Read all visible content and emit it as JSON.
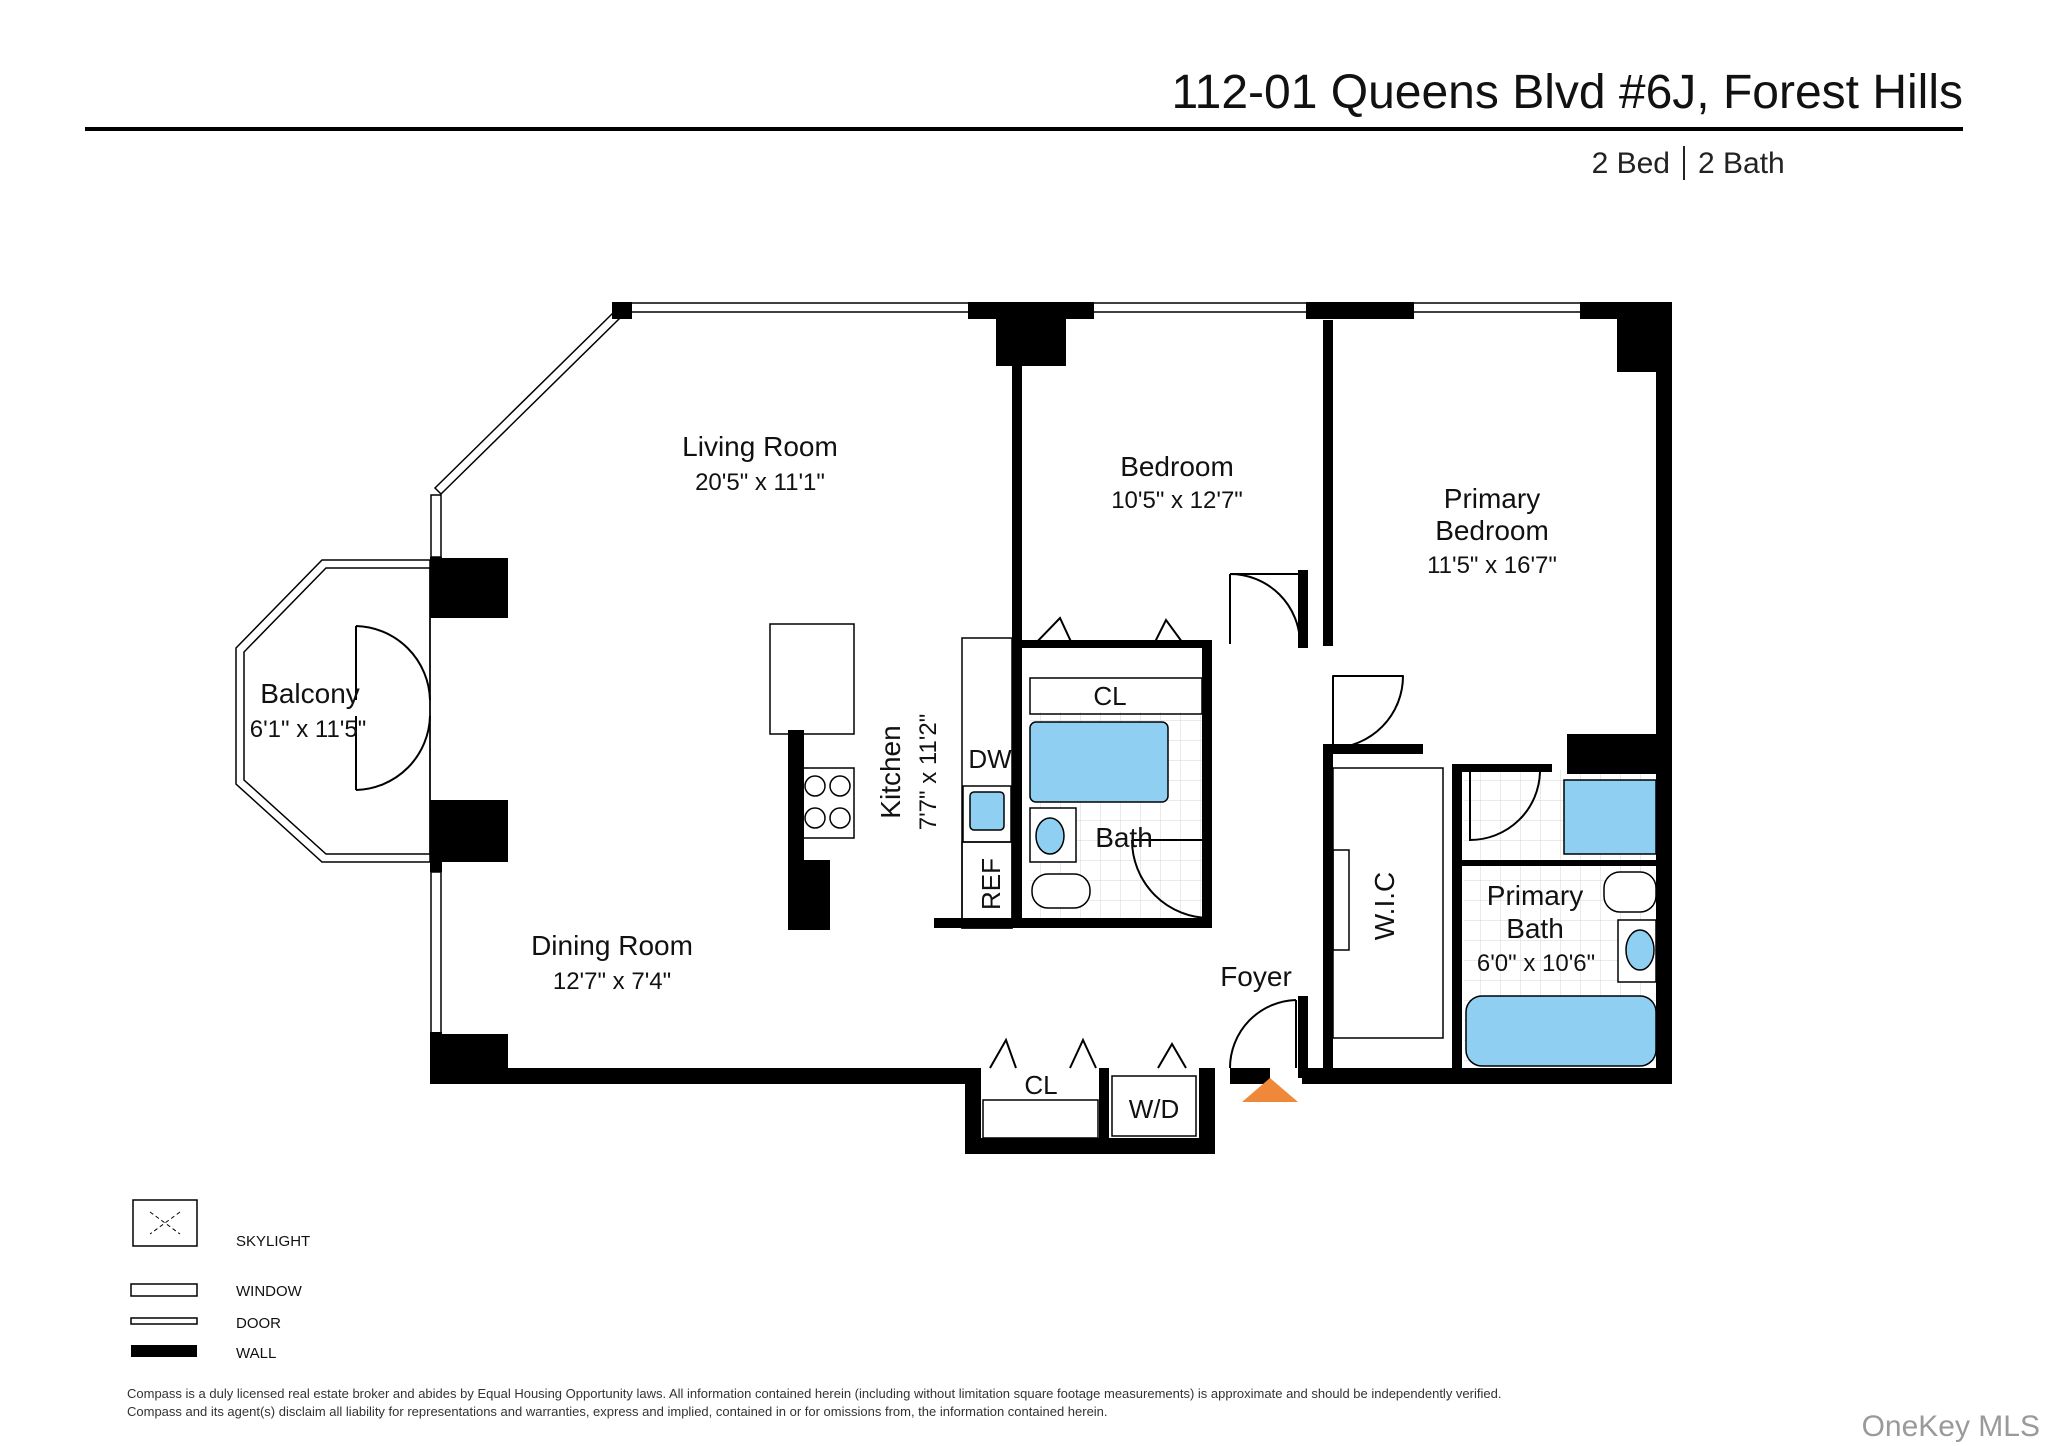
{
  "header": {
    "address": "112-01 Queens Blvd #6J, Forest Hills",
    "beds": "2 Bed",
    "baths": "2 Bath"
  },
  "rooms": {
    "living_room": {
      "name": "Living Room",
      "dims": "20'5\" x 11'1\""
    },
    "bedroom": {
      "name": "Bedroom",
      "dims": "10'5\" x 12'7\""
    },
    "primary_bedroom": {
      "name_line1": "Primary",
      "name_line2": "Bedroom",
      "dims": "11'5\" x 16'7\""
    },
    "balcony": {
      "name": "Balcony",
      "dims": "6'1\" x 11'5\""
    },
    "kitchen": {
      "name": "Kitchen",
      "dims": "7'7\" x 11'2\""
    },
    "bath": {
      "name": "Bath"
    },
    "primary_bath": {
      "name_line1": "Primary",
      "name_line2": "Bath",
      "dims": "6'0\" x 10'6\""
    },
    "dining_room": {
      "name": "Dining Room",
      "dims": "12'7\" x 7'4\""
    },
    "foyer": {
      "name": "Foyer"
    },
    "wic": {
      "name": "W.I.C"
    }
  },
  "fixtures": {
    "closet_bedroom": "CL",
    "closet_hall": "CL",
    "dishwasher": "DW",
    "refrigerator": "REF",
    "washer_dryer": "W/D"
  },
  "legend": {
    "skylight": "SKYLIGHT",
    "window": "WINDOW",
    "door": "DOOR",
    "wall": "WALL"
  },
  "disclaimer": {
    "line1": "Compass is a duly licensed real estate broker and abides by Equal Housing Opportunity laws.  All information contained herein (including without limitation square footage measurements) is approximate and should be independently verified.",
    "line2": "Compass and its agent(s) disclaim all liability for representations and warranties, express and implied, contained in or for omissions from, the information contained herein."
  },
  "watermark": "OneKey MLS",
  "colors": {
    "wall": "#000000",
    "fixture_blue": "#8fd0f2",
    "entry_arrow": "#f0883a",
    "tile_grid": "#cfcfcf"
  }
}
